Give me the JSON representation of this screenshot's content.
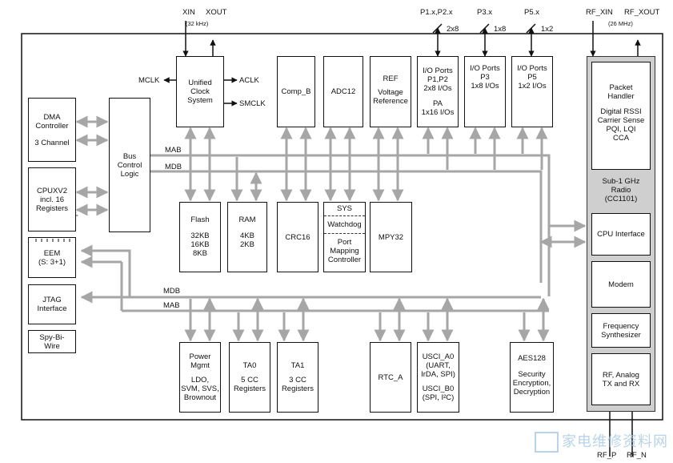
{
  "pins": {
    "xin": "XIN",
    "xout": "XOUT",
    "xin_freq": "(32 kHz)",
    "p1": "P1.x,P2.x",
    "p3": "P3.x",
    "p5": "P5.x",
    "p1_width": "2x8",
    "p3_width": "1x8",
    "p5_width": "1x2",
    "rf_xin": "RF_XIN",
    "rf_xout": "RF_XOUT",
    "rf_freq": "(26 MHz)",
    "rf_p": "RF_P",
    "rf_n": "RF_N"
  },
  "clock_signals": {
    "mclk": "MCLK",
    "aclk": "ACLK",
    "smclk": "SMCLK"
  },
  "bus_labels": {
    "mab_top": "MAB",
    "mdb_top": "MDB",
    "mdb_bottom": "MDB",
    "mab_bottom": "MAB"
  },
  "blocks": {
    "ucs": [
      "Unified",
      "Clock",
      "System"
    ],
    "comp_b": "Comp_B",
    "adc12": "ADC12",
    "ref": [
      "REF",
      "Voltage",
      "Reference"
    ],
    "io_p1p2": [
      "I/O Ports",
      "P1,P2",
      "2x8 I/Os",
      "PA",
      "1x16 I/Os"
    ],
    "io_p3": [
      "I/O Ports",
      "P3",
      "1x8 I/Os"
    ],
    "io_p5": [
      "I/O Ports",
      "P5",
      "1x2 I/Os"
    ],
    "dma": [
      "DMA",
      "Controller",
      "3 Channel"
    ],
    "bus_ctrl": [
      "Bus",
      "Control",
      "Logic"
    ],
    "cpux": [
      "CPUXV2",
      "incl. 16",
      "Registers"
    ],
    "eem": [
      "EEM",
      "(S: 3+1)"
    ],
    "jtag": [
      "JTAG",
      "Interface"
    ],
    "sbw": [
      "Spy-Bi-",
      "Wire"
    ],
    "flash": [
      "Flash",
      "32KB",
      "16KB",
      "8KB"
    ],
    "ram": [
      "RAM",
      "4KB",
      "2KB"
    ],
    "crc16": "CRC16",
    "sys": "SYS",
    "watchdog": "Watchdog",
    "port_map": [
      "Port",
      "Mapping",
      "Controller"
    ],
    "mpy32": "MPY32",
    "power": [
      "Power",
      "Mgmt",
      "LDO,",
      "SVM, SVS,",
      "Brownout"
    ],
    "ta0": [
      "TA0",
      "5 CC",
      "Registers"
    ],
    "ta1": [
      "TA1",
      "3 CC",
      "Registers"
    ],
    "rtc": "RTC_A",
    "usci": [
      "USCI_A0",
      "(UART,",
      "IrDA, SPI)",
      "USCI_B0",
      "(SPI, I²C)"
    ],
    "aes": [
      "AES128",
      "Security",
      "Encryption,",
      "Decryption"
    ]
  },
  "radio": {
    "packet": [
      "Packet",
      "Handler",
      "Digital RSSI",
      "Carrier Sense",
      "PQI, LQI",
      "CCA"
    ],
    "title": [
      "Sub-1 GHz",
      "Radio",
      "(CC1101)"
    ],
    "cpu_if": "CPU Interface",
    "modem": "Modem",
    "freq": [
      "Frequency",
      "Synthesizer"
    ],
    "rf": [
      "RF, Analog",
      "TX and RX"
    ]
  },
  "watermark": "家电维修资料网"
}
